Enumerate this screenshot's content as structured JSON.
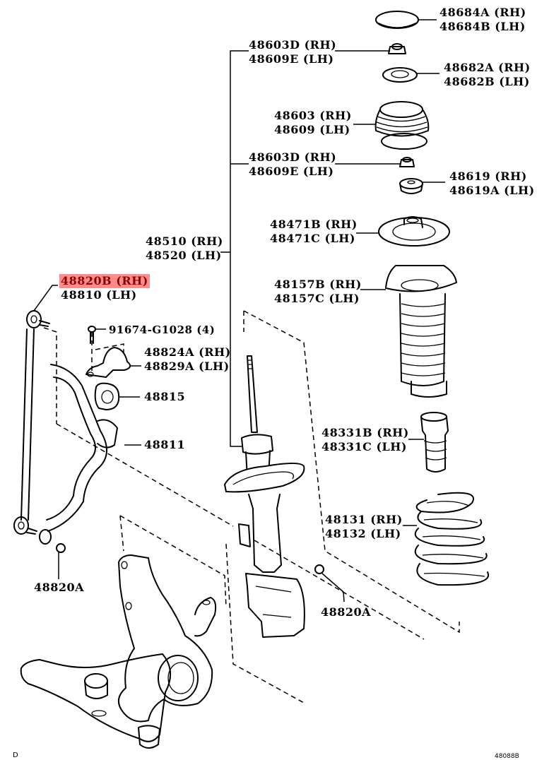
{
  "diagram": {
    "title": "Front Shock Absorber / Stabilizer Parts Diagram",
    "highlight_color": "#ff8c8c",
    "parts": [
      {
        "id": "dust-cover",
        "lines": [
          "48684A (RH)",
          "48684B (LH)"
        ]
      },
      {
        "id": "upper-nut-top",
        "lines": [
          "48603D (RH)",
          "48609E (LH)"
        ]
      },
      {
        "id": "upper-seat",
        "lines": [
          "48682A (RH)",
          "48682B (LH)"
        ]
      },
      {
        "id": "support-assembly",
        "lines": [
          "48603 (RH)",
          "48609 (LH)"
        ]
      },
      {
        "id": "upper-nut-lower",
        "lines": [
          "48603D (RH)",
          "48609E (LH)"
        ]
      },
      {
        "id": "bushing-insulator",
        "lines": [
          "48619 (RH)",
          "48619A (LH)"
        ]
      },
      {
        "id": "spring-seat",
        "lines": [
          "48471B (RH)",
          "48471C (LH)"
        ]
      },
      {
        "id": "shock-absorber",
        "lines": [
          "48510 (RH)",
          "48520 (LH)"
        ]
      },
      {
        "id": "stabilizer-link",
        "lines": [
          "48820B (RH)",
          "48810 (LH)"
        ],
        "highlighted_line": 0
      },
      {
        "id": "boot",
        "lines": [
          "48157B (RH)",
          "48157C (LH)"
        ]
      },
      {
        "id": "bolt",
        "lines": [
          "91674-G1028 (4)"
        ]
      },
      {
        "id": "bracket",
        "lines": [
          "48824A (RH)",
          "48829A (LH)"
        ]
      },
      {
        "id": "stabilizer-bushing",
        "lines": [
          "48815"
        ]
      },
      {
        "id": "bump-stopper",
        "lines": [
          "48331B (RH)",
          "48331C (LH)"
        ]
      },
      {
        "id": "stabilizer-bar",
        "lines": [
          "48811"
        ]
      },
      {
        "id": "coil-spring",
        "lines": [
          "48131 (RH)",
          "48132 (LH)"
        ]
      },
      {
        "id": "nut-left",
        "lines": [
          "48820A"
        ]
      },
      {
        "id": "nut-right",
        "lines": [
          "48820A"
        ]
      }
    ],
    "footer": {
      "left_mark": "D",
      "right_code": "48088B"
    }
  }
}
